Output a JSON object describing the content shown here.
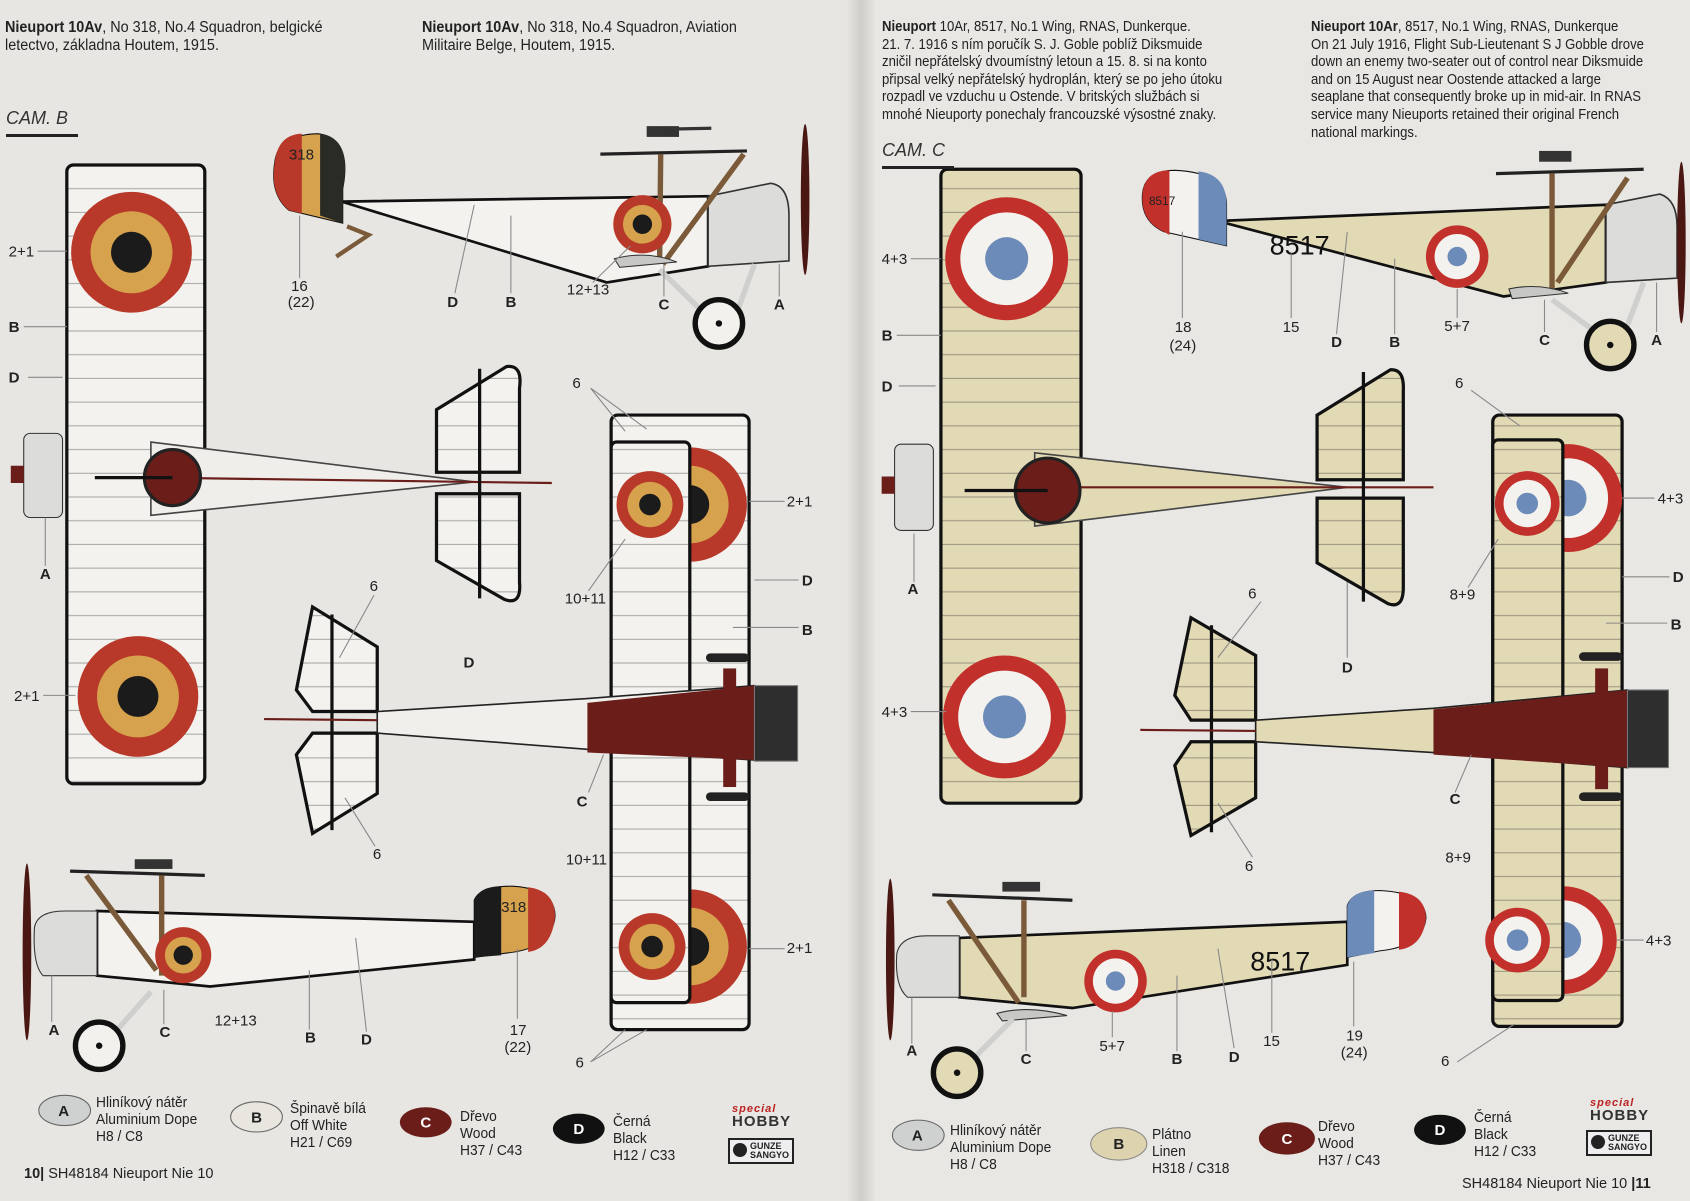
{
  "left_page": {
    "header_cz": {
      "bold": "Nieuport 10Av",
      "line1": ", No 318, No.4 Squadron, belgické",
      "line2": "letectvo, základna Houtem, 1915."
    },
    "header_en": {
      "bold": "Nieuport 10Av",
      "line1": ", No 318, No.4 Squadron, Aviation",
      "line2": "Militaire Belge, Houtem, 1915."
    },
    "camo_label": "CAM. B",
    "serial": "318",
    "callouts": {
      "top_wing": [
        "2+1",
        "B",
        "D",
        "A",
        "2+1"
      ],
      "side_top": [
        "16",
        "(22)",
        "D",
        "B",
        "12+13",
        "C",
        "A"
      ],
      "tail_top": [
        "D"
      ],
      "lower_wing": [
        "6",
        "2+1",
        "10+11",
        "D",
        "B",
        "10+11",
        "2+1",
        "6"
      ],
      "underside": [
        "6",
        "C",
        "6"
      ],
      "side_bottom": [
        "A",
        "C",
        "12+13",
        "B",
        "D",
        "17",
        "(22)"
      ]
    },
    "legend": [
      {
        "code": "A",
        "cz": "Hliníkový nátěr",
        "en": "Aluminium Dope",
        "ref": "H8 / C8",
        "color": "#cfd0d0"
      },
      {
        "code": "B",
        "cz": "Špinavě bílá",
        "en": "Off White",
        "ref": "H21 / C69",
        "color": "#e8e6df"
      },
      {
        "code": "C",
        "cz": "Dřevo",
        "en": "Wood",
        "ref": "H37 / C43",
        "color": "#6a1d19"
      },
      {
        "code": "D",
        "cz": "Černá",
        "en": "Black",
        "ref": "H12 / C33",
        "color": "#111111"
      }
    ],
    "logos": {
      "special": "special",
      "hobby": "HOBBY",
      "gunze1": "GUNZE",
      "gunze2": "SANGYO"
    },
    "footer": {
      "page": "10|",
      "text": "SH48184  Nieuport Nie 10"
    }
  },
  "right_page": {
    "header_cz": {
      "bold": "Nieuport",
      "title_rest": " 10Ar, 8517, No.1 Wing, RNAS, Dunkerque.",
      "lines": [
        "21. 7. 1916 s ním poručík S. J. Goble poblíž Diksmuide",
        "zničil nepřátelský dvoumístný letoun a 15. 8. si na konto",
        "připsal velký nepřátelský hydroplán, který se po jeho útoku",
        "rozpadl ve vzduchu u Ostende. V britských službách si",
        "mnohé Nieuporty ponechaly francouzské výsostné znaky."
      ]
    },
    "header_en": {
      "bold": "Nieuport 10Ar",
      "title_rest": ", 8517, No.1 Wing, RNAS, Dunkerque",
      "lines": [
        "On 21 July 1916, Flight Sub-Lieutenant S J Gobble drove",
        "down an enemy two-seater out of control near Diksmuide",
        "and on 15 August near Oostende attacked a large",
        "seaplane that consequently broke up in mid-air. In RNAS",
        "service many Nieuports retained their original French",
        "national markings."
      ]
    },
    "camo_label": "CAM. C",
    "serial": "8517",
    "callouts": {
      "top_wing": [
        "4+3",
        "B",
        "D",
        "A",
        "4+3"
      ],
      "side_top": [
        "18",
        "(24)",
        "15",
        "D",
        "B",
        "5+7",
        "C",
        "A"
      ],
      "lower_wing": [
        "6",
        "4+3",
        "8+9",
        "D",
        "B",
        "8+9",
        "4+3",
        "6"
      ],
      "underside": [
        "6",
        "D",
        "C",
        "6"
      ],
      "side_bottom": [
        "A",
        "C",
        "5+7",
        "B",
        "D",
        "15",
        "19",
        "(24)"
      ]
    },
    "legend": [
      {
        "code": "A",
        "cz": "Hliníkový nátěr",
        "en": "Aluminium Dope",
        "ref": "H8 / C8",
        "color": "#cfd0d0"
      },
      {
        "code": "B",
        "cz": "Plátno",
        "en": "Linen",
        "ref": "H318 / C318",
        "color": "#ddd3ae"
      },
      {
        "code": "C",
        "cz": "Dřevo",
        "en": "Wood",
        "ref": "H37 / C43",
        "color": "#6a1d19"
      },
      {
        "code": "D",
        "cz": "Černá",
        "en": "Black",
        "ref": "H12 / C33",
        "color": "#111111"
      }
    ],
    "logos": {
      "special": "special",
      "hobby": "HOBBY",
      "gunze1": "GUNZE",
      "gunze2": "SANGYO"
    },
    "footer": {
      "text": "SH48184  Nieuport Nie 10",
      "page": "|11"
    }
  },
  "colors": {
    "belgian_red": "#b8392a",
    "belgian_yellow": "#d6a24e",
    "belgian_black": "#1b1b1b",
    "french_red": "#c1302b",
    "french_blue": "#6d8bb8",
    "wood": "#6a1d19",
    "linen": "#e0d7b3",
    "off_white": "#f1f0ec",
    "paper": "#e6e5e1"
  }
}
